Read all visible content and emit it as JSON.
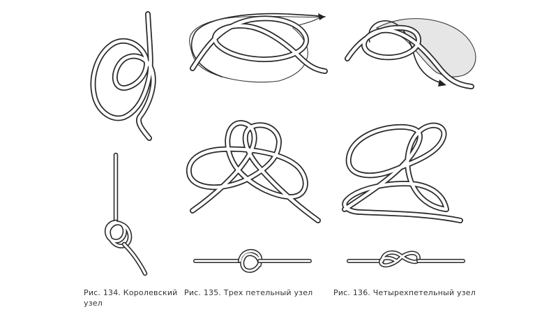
{
  "figures": [
    {
      "id": "fig134",
      "caption": "Рис. 134. Королевский узел"
    },
    {
      "id": "fig135",
      "caption": "Рис. 135. Трех петельный узел"
    },
    {
      "id": "fig136",
      "caption": "Рис. 136. Четырехпетельный узел"
    }
  ],
  "colors": {
    "rope_outline": "#2a2a2a",
    "rope_fill": "#ffffff",
    "shade": "#e6e6e6",
    "caption": "#333333"
  }
}
